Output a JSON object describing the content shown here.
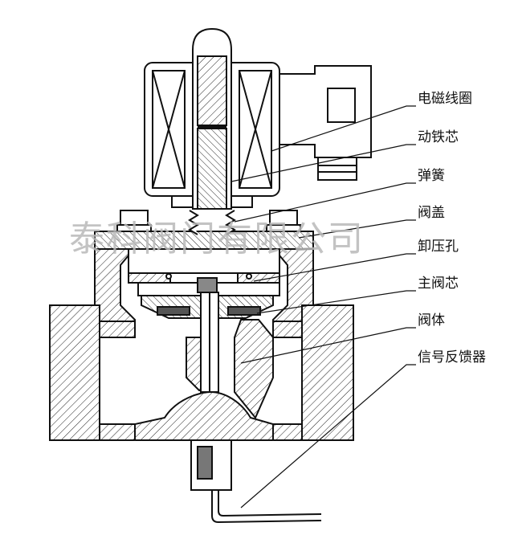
{
  "diagram": {
    "watermark": "泰科阀门有限公司",
    "labels": [
      {
        "id": "coil",
        "text": "电磁线圈"
      },
      {
        "id": "armature",
        "text": "动铁芯"
      },
      {
        "id": "spring",
        "text": "弹簧"
      },
      {
        "id": "bonnet",
        "text": "阀盖"
      },
      {
        "id": "relief-hole",
        "text": "卸压孔"
      },
      {
        "id": "main-core",
        "text": "主阀芯"
      },
      {
        "id": "body",
        "text": "阀体"
      },
      {
        "id": "feedback",
        "text": "信号反馈器"
      }
    ],
    "colors": {
      "line": "#111111",
      "hatch_fill": "#e6e6e6",
      "background": "#ffffff",
      "watermark": "#b9b9b9"
    }
  }
}
